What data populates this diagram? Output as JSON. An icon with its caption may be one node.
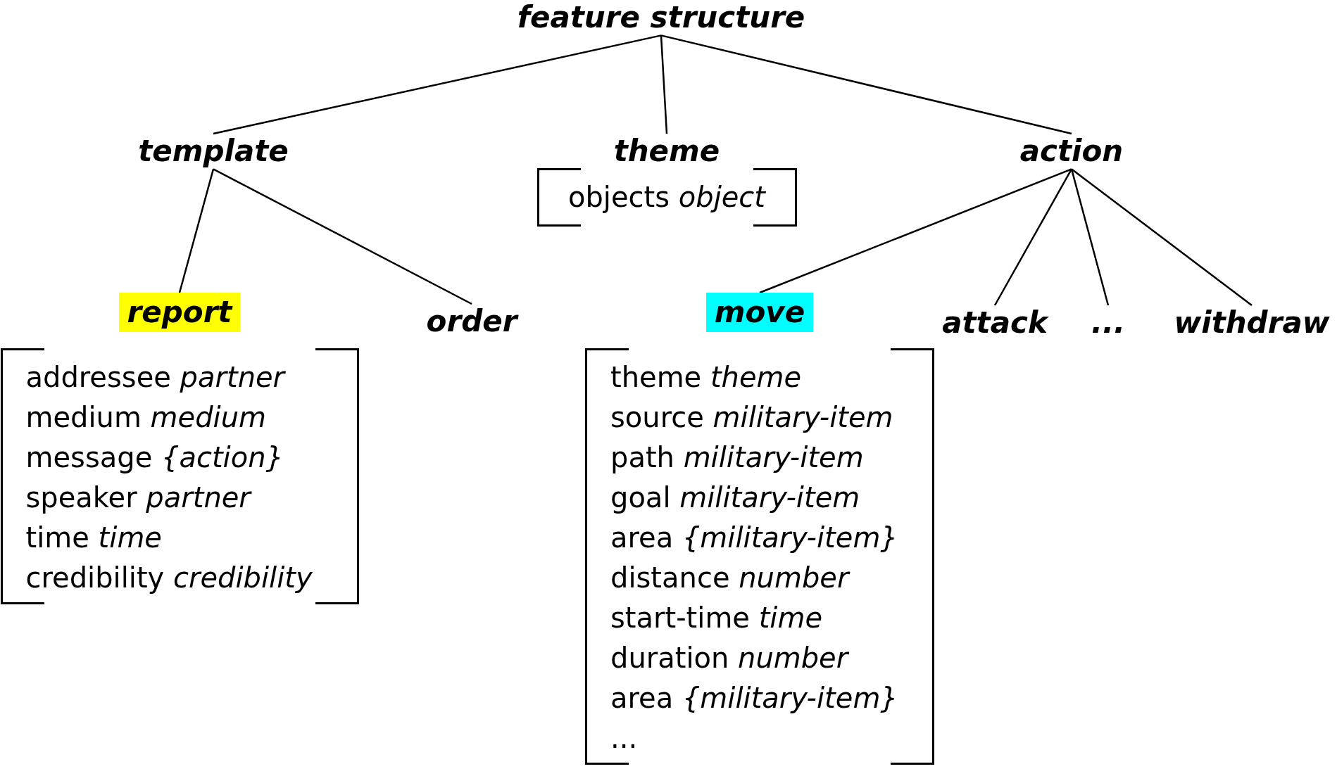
{
  "diagram": {
    "nodes": [
      {
        "text": [
          "feature structure"
        ]
      },
      {
        "text": [
          "template"
        ]
      },
      {
        "text": [
          "theme",
          "objects *object*"
        ]
      },
      {
        "text": [
          "action"
        ]
      },
      {
        "text": [
          "report",
          "addressee *partner*",
          "medium *medium*",
          "message *{action}*",
          "speaker *partner*",
          "time *time*",
          "credibility *credibility*"
        ]
      },
      {
        "text": [
          "order"
        ]
      },
      {
        "text": [
          "move",
          "theme *theme*",
          "source *military-item*",
          "path *military-item*",
          "goal *military-item*",
          "area *{military-item}*",
          "distance *number*",
          "start-time *time*",
          "duration *number*",
          "area *{military-item}*",
          "..."
        ]
      },
      {
        "text": [
          "attack"
        ]
      },
      {
        "text": [
          "..."
        ]
      },
      {
        "text": [
          "withdraw"
        ]
      }
    ],
    "edges": [
      {
        "from": 0,
        "to": 1,
        "arrow": "none"
      },
      {
        "from": 0,
        "to": 2,
        "arrow": "none"
      },
      {
        "from": 0,
        "to": 3,
        "arrow": "none"
      },
      {
        "from": 1,
        "to": 4,
        "arrow": "none"
      },
      {
        "from": 1,
        "to": 5,
        "arrow": "none"
      },
      {
        "from": 3,
        "to": 6,
        "arrow": "none"
      },
      {
        "from": 3,
        "to": 7,
        "arrow": "none"
      },
      {
        "from": 3,
        "to": 8,
        "arrow": "none"
      },
      {
        "from": 3,
        "to": 9,
        "arrow": "none"
      }
    ]
  }
}
